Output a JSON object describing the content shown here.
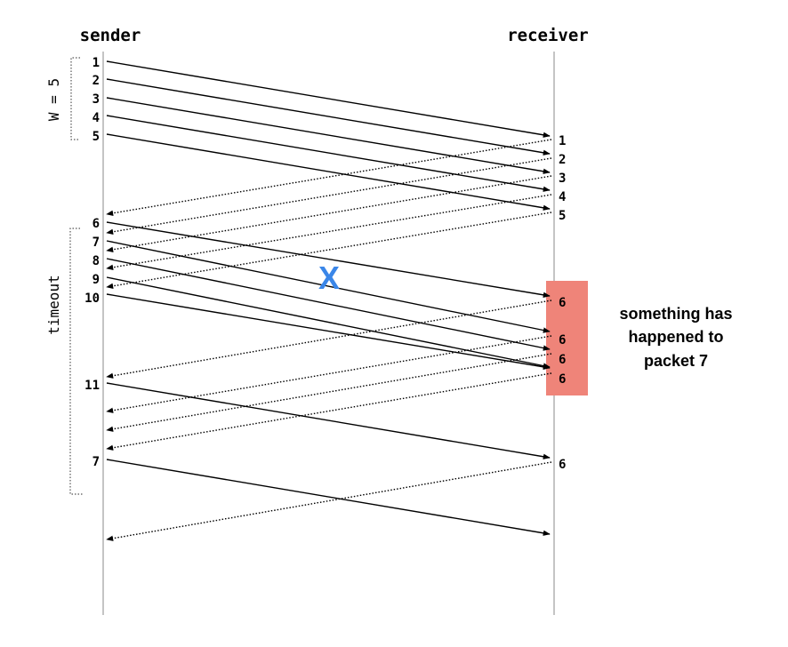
{
  "sender_label": "sender",
  "receiver_label": "receiver",
  "window_label": "W = 5",
  "timeout_label": "timeout",
  "lost_marker": "X",
  "note_lines": [
    "something has",
    "happened to",
    "packet 7"
  ],
  "colors": {
    "timeline": "#b0b0b0",
    "lost_marker": "#3a86e8",
    "highlight_box": "#ef8479",
    "bracket": "#555555"
  },
  "sender_labels": [
    "1",
    "2",
    "3",
    "4",
    "5",
    "6",
    "7",
    "8",
    "9",
    "10",
    "11",
    "7"
  ],
  "receiver_labels": [
    "1",
    "2",
    "3",
    "4",
    "5",
    "6",
    "6",
    "6",
    "6",
    "6"
  ]
}
